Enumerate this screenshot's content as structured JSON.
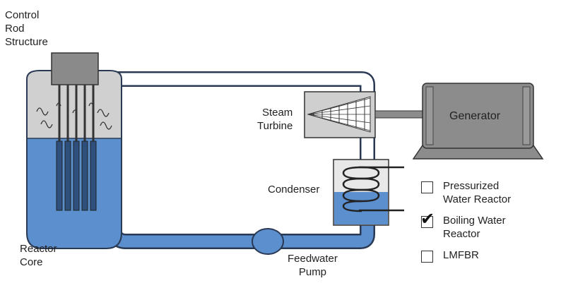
{
  "labels": {
    "control_rod_structure": [
      "Control",
      "Rod",
      "Structure"
    ],
    "steam_turbine": [
      "Steam",
      "Turbine"
    ],
    "generator": "Generator",
    "condenser": "Condenser",
    "reactor_core": [
      "Reactor",
      "Core"
    ],
    "feedwater_pump": [
      "Feedwater",
      "Pump"
    ]
  },
  "options": [
    {
      "lines": [
        "Pressurized",
        "Water Reactor"
      ],
      "checked": false
    },
    {
      "lines": [
        "Boiling Water",
        "Reactor"
      ],
      "checked": true
    },
    {
      "lines": [
        "LMFBR"
      ],
      "checked": false
    }
  ],
  "colors": {
    "water": "#5b8fce",
    "pipe_outline": "#2a3a55",
    "steam": "#d0d0d0",
    "machine": "#8c8c8c",
    "control_rod_housing": "#8a8a8a",
    "rod": "#2f4f7c"
  },
  "icons": {
    "check": "check-mark-icon",
    "steam": "steam-swirl-icon"
  }
}
